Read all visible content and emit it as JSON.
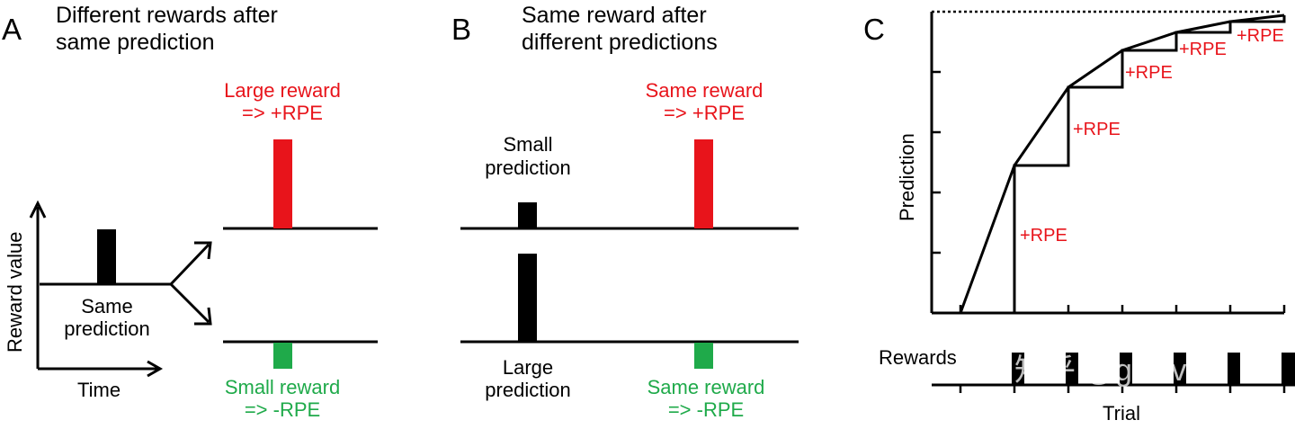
{
  "panel_a": {
    "letter": "A",
    "title_line1": "Different rewards after",
    "title_line2": "same prediction",
    "y_axis_label": "Reward value",
    "x_axis_label": "Time",
    "prediction_label_line1": "Same",
    "prediction_label_line2": "prediction",
    "large_reward_line1": "Large reward",
    "large_reward_line2": "=> +RPE",
    "small_reward_line1": "Small reward",
    "small_reward_line2": "=> -RPE"
  },
  "panel_b": {
    "letter": "B",
    "title_line1": "Same reward after",
    "title_line2": "different predictions",
    "small_prediction_line1": "Small",
    "small_prediction_line2": "prediction",
    "large_prediction_line1": "Large",
    "large_prediction_line2": "prediction",
    "top_reward_line1": "Same reward",
    "top_reward_line2": "=> +RPE",
    "bottom_reward_line1": "Same reward",
    "bottom_reward_line2": "=> -RPE"
  },
  "panel_c": {
    "letter": "C",
    "y_axis_label": "Prediction",
    "x_axis_label": "Trial",
    "rewards_label": "Rewards",
    "rpe_labels": [
      "+RPE",
      "+RPE",
      "+RPE",
      "+RPE",
      "+RPE"
    ]
  },
  "watermark": "知乎 @gwave",
  "colors": {
    "positive": "#e8141b",
    "negative": "#1faa4a",
    "neutral": "#000000"
  }
}
